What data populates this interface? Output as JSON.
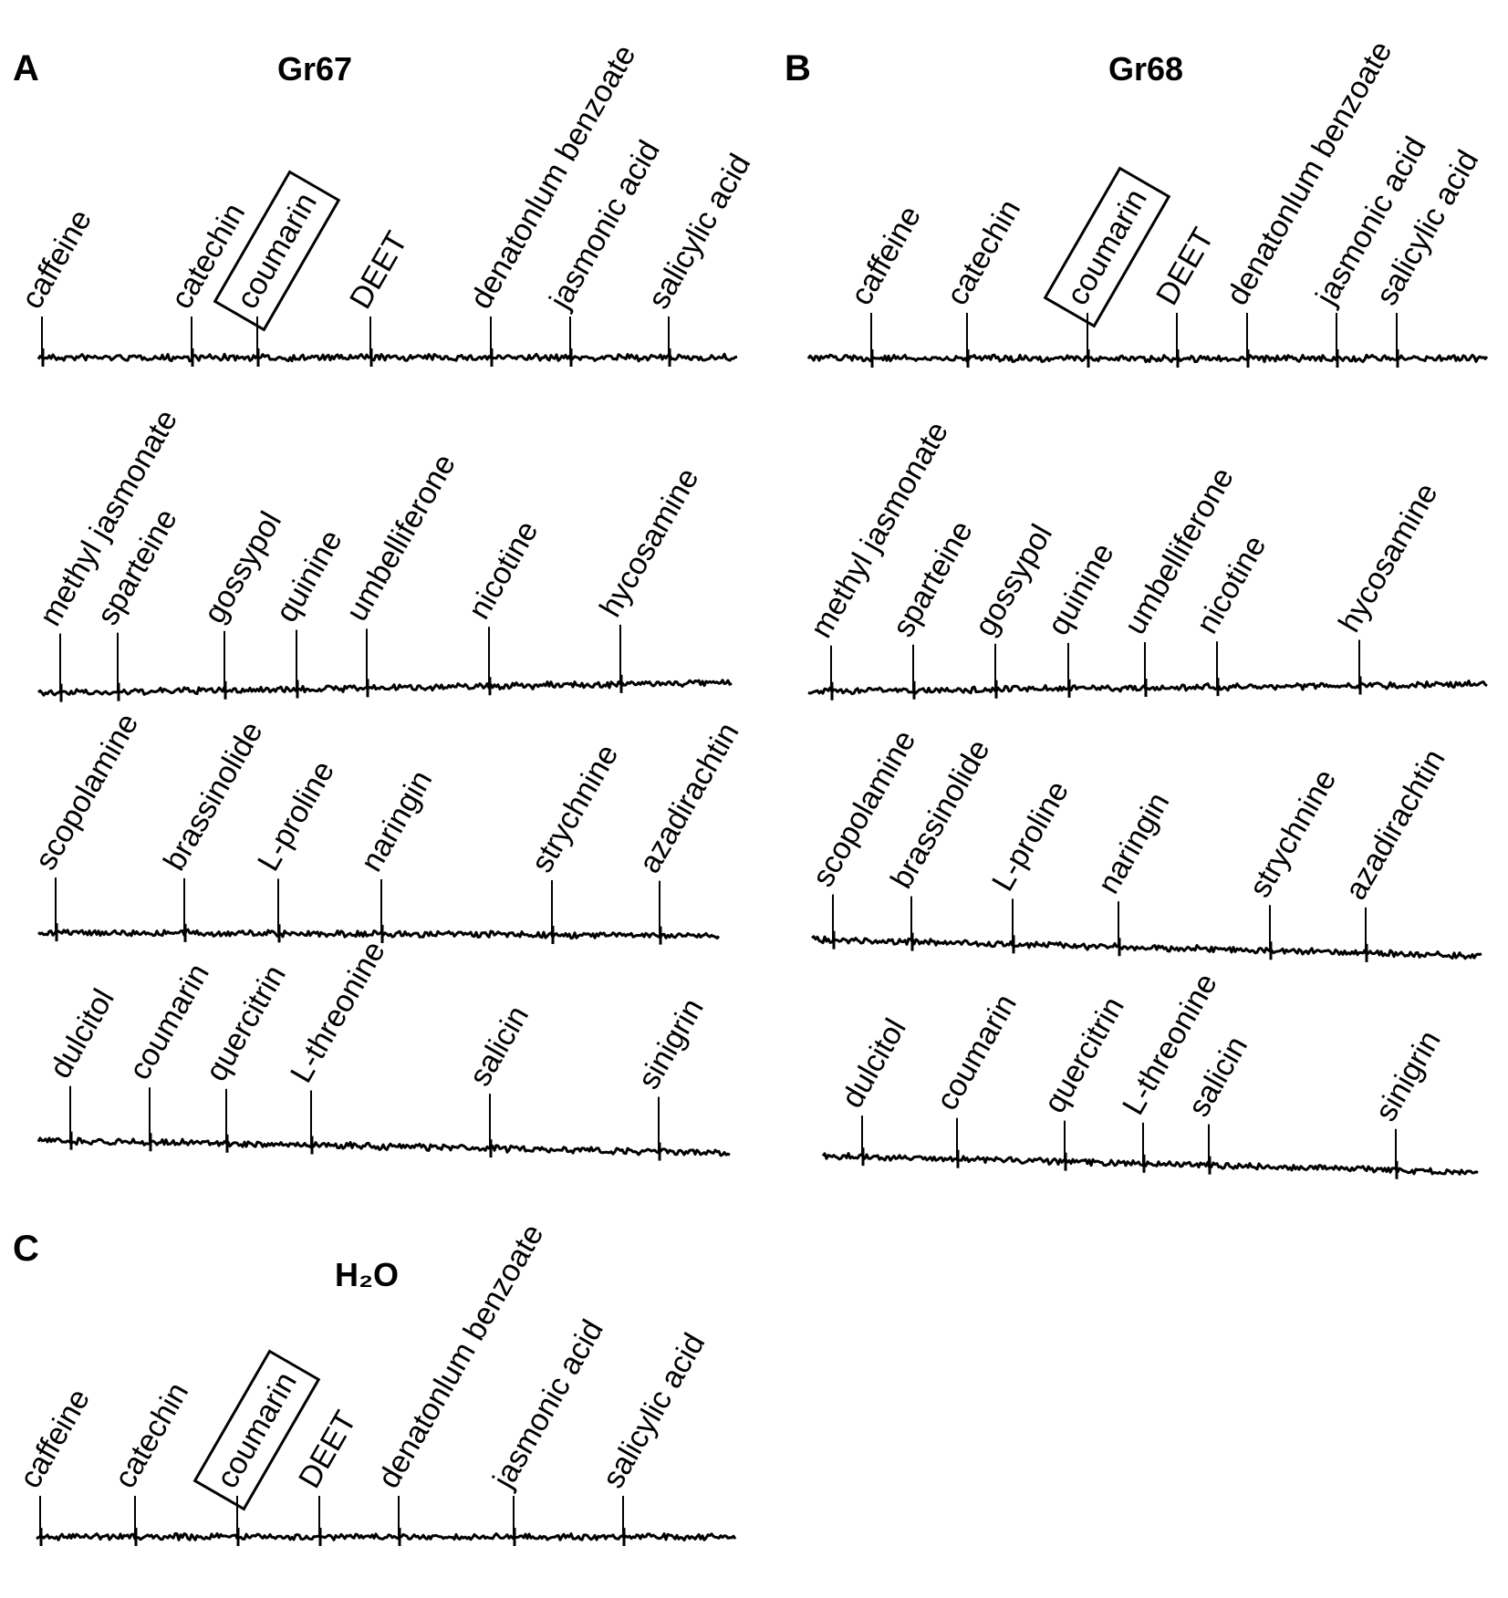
{
  "panels": [
    {
      "letter": "A",
      "title": "Gr67",
      "highlight": "coumarin",
      "rows": [
        [
          "caffeine",
          "catechin",
          "coumarin",
          "DEET",
          "denatonlum benzoate",
          "jasmonic acid",
          "salicylic acid"
        ],
        [
          "methyl jasmonate",
          "sparteine",
          "gossypol",
          "quinine",
          "umbelliferone",
          "nicotine",
          "hycosamine"
        ],
        [
          "scopolamine",
          "brassinolide",
          "L-proline",
          "naringin",
          "strychnine",
          "azadirachtin"
        ],
        [
          "dulcitol",
          "coumarin",
          "quercitrin",
          "L-threonine",
          "salicin",
          "sinigrin"
        ]
      ]
    },
    {
      "letter": "B",
      "title": "Gr68",
      "highlight": "coumarin",
      "rows": [
        [
          "caffeine",
          "catechin",
          "coumarin",
          "DEET",
          "denatonlum benzoate",
          "jasmonic acid",
          "salicylic acid"
        ],
        [
          "methyl jasmonate",
          "sparteine",
          "gossypol",
          "quinine",
          "umbelliferone",
          "nicotine",
          "hycosamine"
        ],
        [
          "scopolamine",
          "brassinolide",
          "L-proline",
          "naringin",
          "strychnine",
          "azadirachtin"
        ],
        [
          "dulcitol",
          "coumarin",
          "quercitrin",
          "L-threonine",
          "salicin",
          "sinigrin"
        ]
      ]
    },
    {
      "letter": "C",
      "title": "H₂O",
      "highlight": "coumarin",
      "rows": [
        [
          "caffeine",
          "catechin",
          "coumarin",
          "DEET",
          "denatonlum benzoate",
          "jasmonic acid",
          "salicylic acid"
        ]
      ]
    }
  ]
}
